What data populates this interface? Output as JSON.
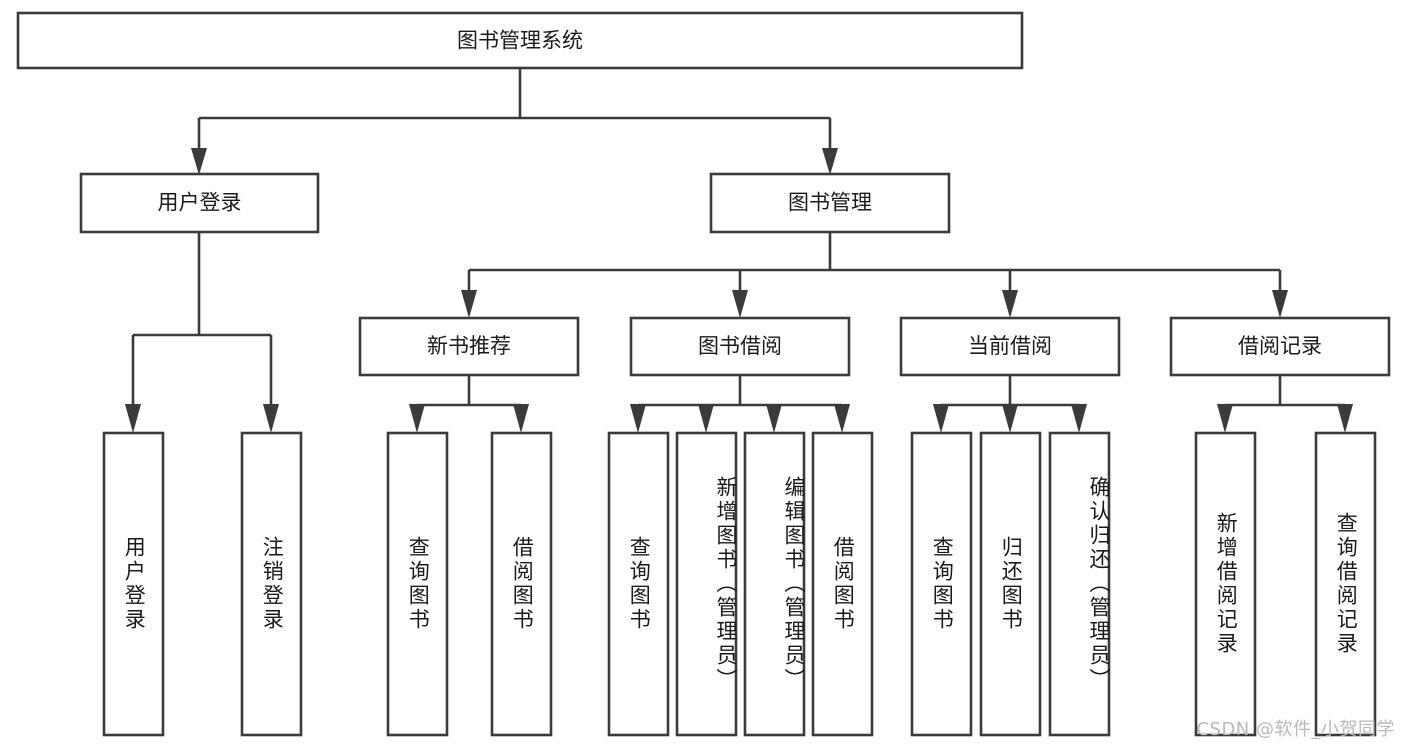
{
  "diagram": {
    "type": "tree-hierarchy",
    "title": "图书管理系统",
    "watermark": "CSDN @软件_小贺同学",
    "colors": {
      "stroke": "#3b3b3b",
      "fill": "#ffffff",
      "text": "#1b1b1b",
      "watermark": "#b9b9b9",
      "background": "#ffffff"
    },
    "levels": {
      "root": "图书管理系统",
      "level2": [
        "用户登录",
        "图书管理"
      ],
      "level3": [
        "新书推荐",
        "图书借阅",
        "当前借阅",
        "借阅记录"
      ],
      "leaves": [
        "用户登录",
        "注销登录",
        "查询图书",
        "借阅图书",
        "查询图书",
        "新增图书（管理员）",
        "编辑图书（管理员）",
        "借阅图书",
        "查询图书",
        "归还图书",
        "确认归还（管理员）",
        "新增借阅记录",
        "查询借阅记录"
      ]
    },
    "nodes": {
      "root": {
        "label": "图书管理系统"
      },
      "user_login": {
        "label": "用户登录"
      },
      "book_manage": {
        "label": "图书管理"
      },
      "new_book_rec": {
        "label": "新书推荐"
      },
      "book_borrow": {
        "label": "图书借阅"
      },
      "current_borrow": {
        "label": "当前借阅"
      },
      "borrow_record": {
        "label": "借阅记录"
      },
      "leaf_user_login": {
        "label": "用户登录"
      },
      "leaf_logout": {
        "label": "注销登录"
      },
      "leaf_query_book_a": {
        "label": "查询图书"
      },
      "leaf_borrow_book_a": {
        "label": "借阅图书"
      },
      "leaf_query_book_b": {
        "label": "查询图书"
      },
      "leaf_add_book": {
        "label": "新增图书（管理员）"
      },
      "leaf_edit_book": {
        "label": "编辑图书（管理员）"
      },
      "leaf_borrow_book_b": {
        "label": "借阅图书"
      },
      "leaf_query_book_c": {
        "label": "查询图书"
      },
      "leaf_return_book": {
        "label": "归还图书"
      },
      "leaf_confirm_return": {
        "label": "确认归还（管理员）"
      },
      "leaf_add_record": {
        "label": "新增借阅记录"
      },
      "leaf_query_record": {
        "label": "查询借阅记录"
      }
    },
    "edges": [
      {
        "from": "root",
        "to": "user_login"
      },
      {
        "from": "root",
        "to": "book_manage"
      },
      {
        "from": "user_login",
        "to": "leaf_user_login"
      },
      {
        "from": "user_login",
        "to": "leaf_logout"
      },
      {
        "from": "book_manage",
        "to": "new_book_rec"
      },
      {
        "from": "book_manage",
        "to": "book_borrow"
      },
      {
        "from": "book_manage",
        "to": "current_borrow"
      },
      {
        "from": "book_manage",
        "to": "borrow_record"
      },
      {
        "from": "new_book_rec",
        "to": "leaf_query_book_a"
      },
      {
        "from": "new_book_rec",
        "to": "leaf_borrow_book_a"
      },
      {
        "from": "book_borrow",
        "to": "leaf_query_book_b"
      },
      {
        "from": "book_borrow",
        "to": "leaf_add_book"
      },
      {
        "from": "book_borrow",
        "to": "leaf_edit_book"
      },
      {
        "from": "book_borrow",
        "to": "leaf_borrow_book_b"
      },
      {
        "from": "current_borrow",
        "to": "leaf_query_book_c"
      },
      {
        "from": "current_borrow",
        "to": "leaf_return_book"
      },
      {
        "from": "current_borrow",
        "to": "leaf_confirm_return"
      },
      {
        "from": "borrow_record",
        "to": "leaf_add_record"
      },
      {
        "from": "borrow_record",
        "to": "leaf_query_record"
      }
    ]
  }
}
